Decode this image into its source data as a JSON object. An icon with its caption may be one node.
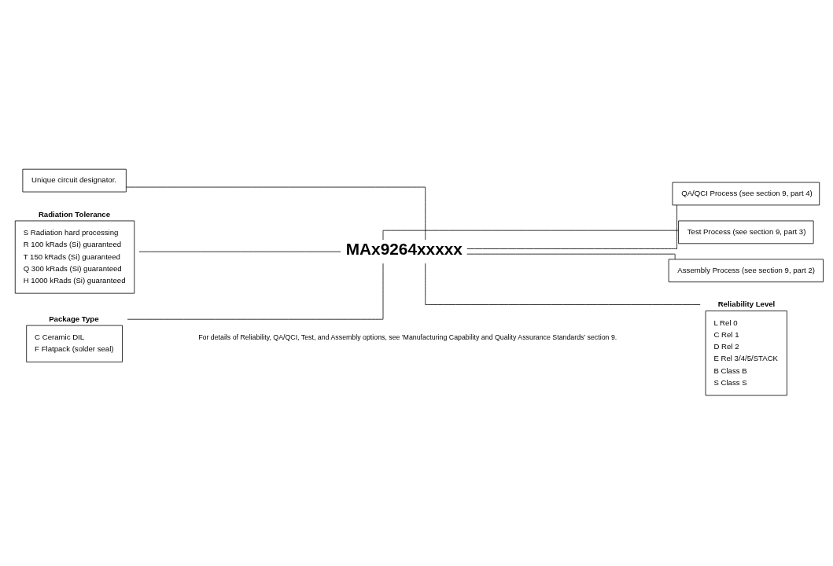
{
  "diagram": {
    "nodes": [
      {
        "text": [
          "Unique circuit designator."
        ]
      },
      {
        "text": [
          "MAx9264xxxxx"
        ]
      },
      {
        "text": [
          "Radiation Tolerance",
          "S Radiation hard processing",
          "R 100 kRads (Si) guaranteed",
          "T 150 kRads (Si) guaranteed",
          "Q 300 kRads (Si) guaranteed",
          "H 1000 kRads (Si) guaranteed"
        ]
      },
      {
        "text": [
          "Package Type",
          "C Ceramic DIL",
          "F Flatpack (solder seal)"
        ]
      },
      {
        "text": [
          "QA/QCI Process (see section 9, part 4)"
        ]
      },
      {
        "text": [
          "Test Process (see section 9, part 3)"
        ]
      },
      {
        "text": [
          "Assembly Process (see section 9, part 2)"
        ]
      },
      {
        "text": [
          "Reliability Level",
          "L Rel 0",
          "C Rel 1",
          "D Rel 2",
          "E Rel 3/4/5/STACK",
          "B Class B",
          "S Class S"
        ]
      }
    ],
    "edges": [
      {
        "from": 0,
        "to": 1,
        "arrow": "none"
      },
      {
        "from": 2,
        "to": 1,
        "arrow": "none"
      },
      {
        "from": 3,
        "to": 1,
        "arrow": "none"
      },
      {
        "from": 1,
        "to": 4,
        "arrow": "none"
      },
      {
        "from": 1,
        "to": 5,
        "arrow": "none"
      },
      {
        "from": 1,
        "to": 6,
        "arrow": "none"
      },
      {
        "from": 1,
        "to": 7,
        "arrow": "none"
      }
    ],
    "labels": [
      "For details of Reliability, QA/QCI, Test, and Assembly options, see 'Manufacturing Capability and Quality Assurance Standards' section 9."
    ]
  }
}
